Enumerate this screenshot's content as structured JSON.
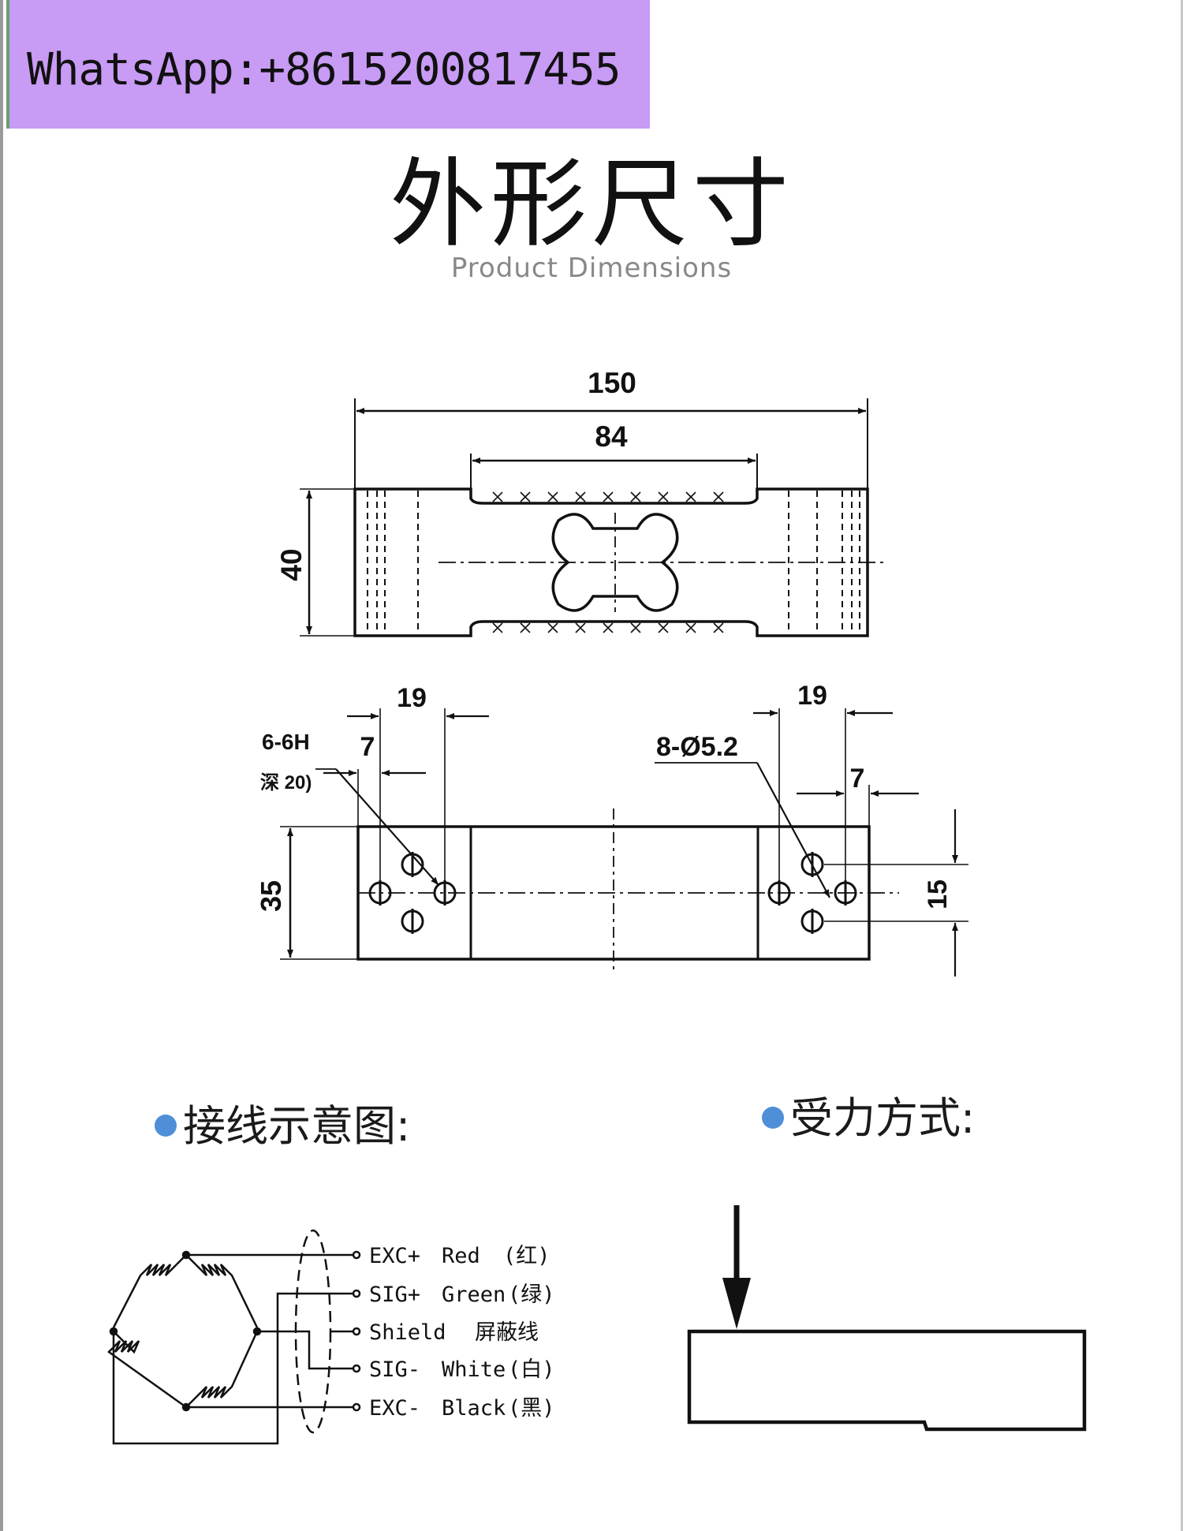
{
  "banner": {
    "text": "WhatsApp:+8615200817455"
  },
  "header": {
    "title": "外形尺寸",
    "subtitle": "Product Dimensions"
  },
  "top_view": {
    "total_length": "150",
    "center_length": "84",
    "height": "40"
  },
  "side_view": {
    "left_spacing": "19",
    "left_offset": "7",
    "left_thread": "6-6H",
    "left_thread_depth": "深 20)",
    "right_spacing": "19",
    "right_holes": "8-Ø5.2",
    "right_offset": "7",
    "height": "35",
    "hole_pitch": "15"
  },
  "wiring": {
    "title": "接线示意图:",
    "wires": [
      {
        "signal": "EXC+",
        "color_name": "Red",
        "cn": "(红)",
        "color": "#d22020"
      },
      {
        "signal": "SIG+",
        "color_name": "Green",
        "cn": "(绿)",
        "color": "#2a9a2a"
      },
      {
        "signal": "Shield",
        "color_name": "",
        "cn": "屏蔽线",
        "color": "#555555"
      },
      {
        "signal": "SIG-",
        "color_name": "White",
        "cn": "(白)",
        "color": "#dddddd"
      },
      {
        "signal": "EXC-",
        "color_name": "Black",
        "cn": "(黑)",
        "color": "#111111"
      }
    ]
  },
  "force": {
    "title": "受力方式:"
  },
  "colors": {
    "bullet": "#4f8fd8",
    "banner": "#c89bf5",
    "subtitle": "#888888"
  }
}
